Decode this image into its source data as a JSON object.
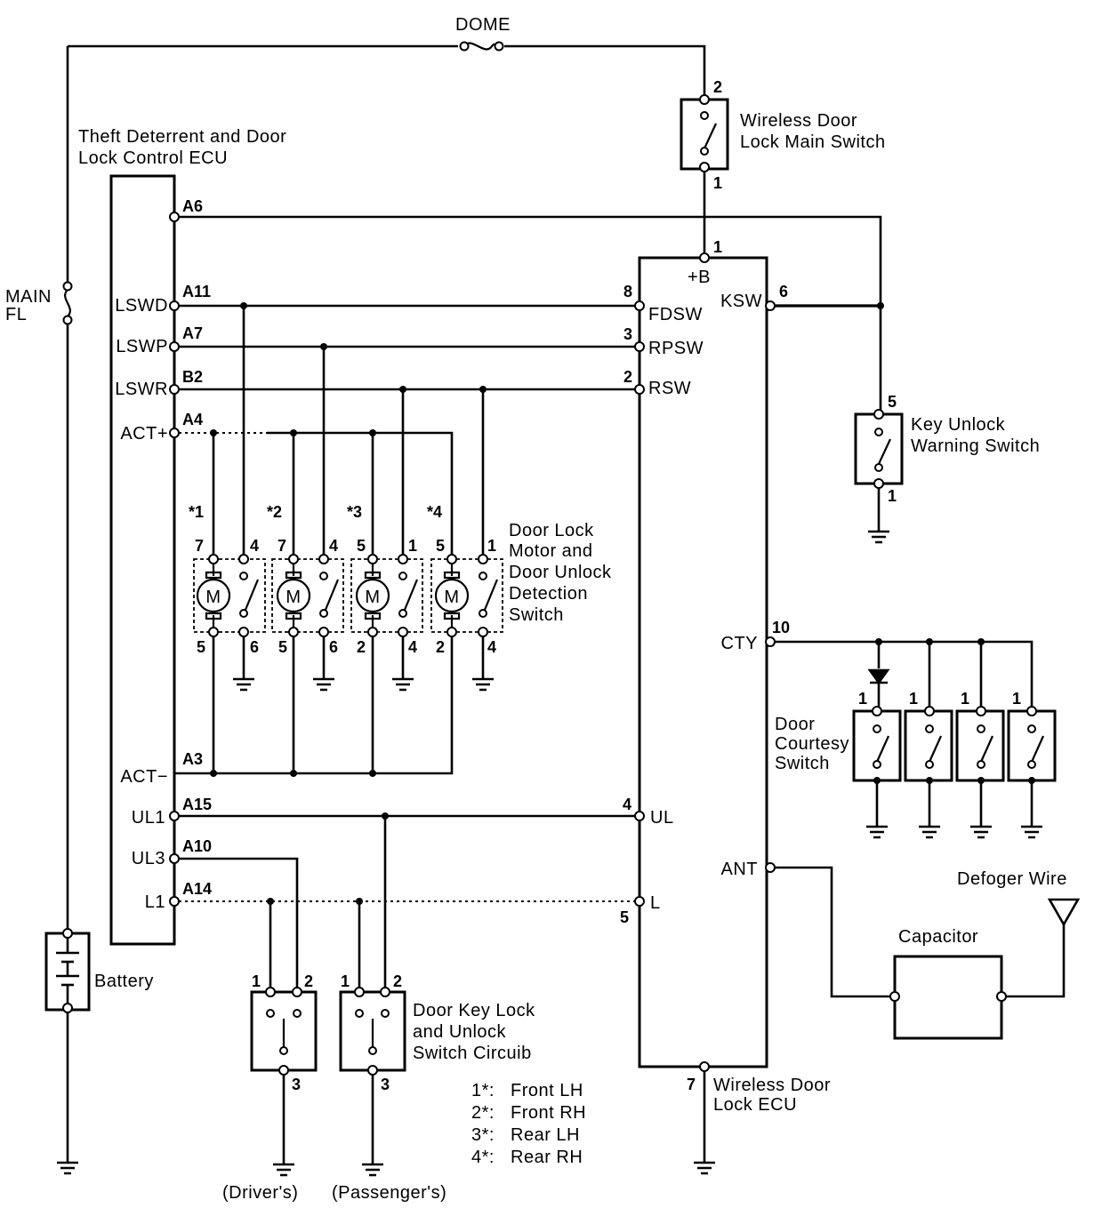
{
  "components": {
    "dome": "DOME",
    "main_fuse": [
      "MAIN",
      "FL"
    ],
    "battery": "Battery",
    "ecu_main": [
      "Theft Deterrent and Door",
      "Lock Control ECU"
    ],
    "wireless_main_switch": [
      "Wireless Door",
      "Lock Main Switch"
    ],
    "key_unlock_warning": [
      "Key Unlock",
      "Warning Switch"
    ],
    "door_lock_motor": [
      "Door Lock",
      "Motor  and",
      "Door Unlock",
      "Detection",
      "Switch"
    ],
    "door_courtesy": [
      "Door",
      "Courtesy",
      "Switch"
    ],
    "defogger": "Defoger Wire",
    "capacitor": "Capacitor",
    "door_key_switch": [
      "Door Key Lock",
      "and Unlock",
      "Switch Circuib"
    ],
    "wireless_ecu": [
      "Wireless Door",
      "Lock ECU"
    ],
    "drivers": "(Driver's)",
    "passengers": "(Passenger's)"
  },
  "ecu_terminals": [
    {
      "name": "LSWD",
      "pin": "A11"
    },
    {
      "name": "LSWP",
      "pin": "A7"
    },
    {
      "name": "LSWR",
      "pin": "B2"
    },
    {
      "name": "ACT+",
      "pin": "A4"
    },
    {
      "name": "ACT−",
      "pin": "A3"
    },
    {
      "name": "UL1",
      "pin": "A15"
    },
    {
      "name": "UL3",
      "pin": "A10"
    },
    {
      "name": "L1",
      "pin": "A14"
    }
  ],
  "ecu_top_pin": "A6",
  "wireless_terminals": [
    {
      "name": "+B",
      "pin": "1"
    },
    {
      "name": "KSW",
      "pin": "6"
    },
    {
      "name": "FDSW",
      "pin": "8"
    },
    {
      "name": "RPSW",
      "pin": "3"
    },
    {
      "name": "RSW",
      "pin": "2"
    },
    {
      "name": "CTY",
      "pin": "10"
    },
    {
      "name": "ANT",
      "pin": ""
    },
    {
      "name": "UL",
      "pin": "4"
    },
    {
      "name": "L",
      "pin": "5"
    },
    {
      "name": "",
      "pin": "7"
    }
  ],
  "motors": [
    {
      "mark": "*1",
      "top": [
        "7",
        "4"
      ],
      "bottom": [
        "5",
        "6"
      ]
    },
    {
      "mark": "*2",
      "top": [
        "7",
        "4"
      ],
      "bottom": [
        "5",
        "6"
      ]
    },
    {
      "mark": "*3",
      "top": [
        "5",
        "1"
      ],
      "bottom": [
        "2",
        "4"
      ]
    },
    {
      "mark": "*4",
      "top": [
        "5",
        "1"
      ],
      "bottom": [
        "2",
        "4"
      ]
    }
  ],
  "switch_pins": {
    "main_top": "2",
    "main_bottom": "1",
    "key_top": "5",
    "key_bottom": "1",
    "courtesy": [
      "1",
      "1",
      "1",
      "1"
    ],
    "key_switch": [
      "1",
      "2",
      "3"
    ]
  },
  "legend": [
    {
      "key": "1*:",
      "value": "Front LH"
    },
    {
      "key": "2*:",
      "value": "Front RH"
    },
    {
      "key": "3*:",
      "value": "Rear LH"
    },
    {
      "key": "4*:",
      "value": "Rear RH"
    }
  ]
}
